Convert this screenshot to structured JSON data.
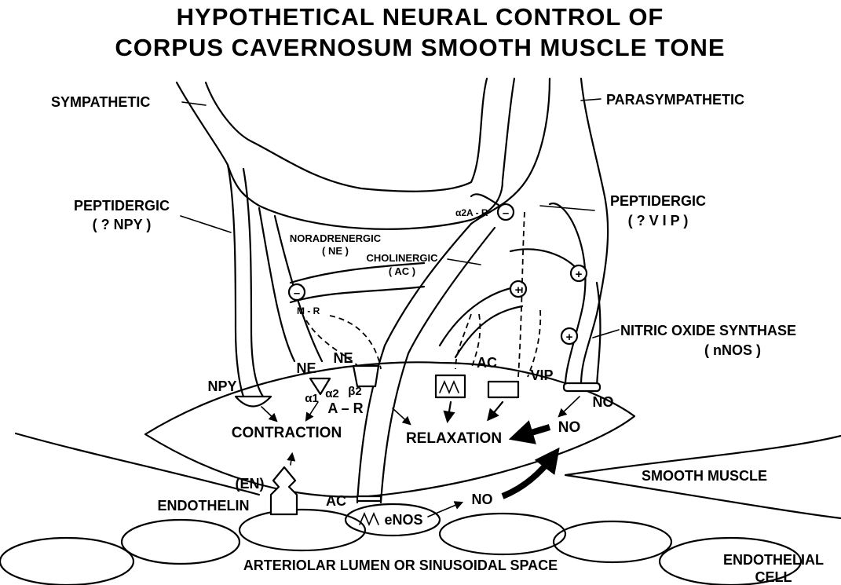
{
  "title": {
    "line1": "HYPOTHETICAL NEURAL CONTROL OF",
    "line2": "CORPUS CAVERNOSUM SMOOTH MUSCLE TONE"
  },
  "labels": {
    "sympathetic": "SYMPATHETIC",
    "parasympathetic": "PARASYMPATHETIC",
    "peptidergic_left": "PEPTIDERGIC",
    "npy_question": "( ? NPY )",
    "peptidergic_right": "PEPTIDERGIC",
    "vip_question": "( ? V I P )",
    "noradrenergic": "NORADRENERGIC",
    "ne_paren": "( NE )",
    "cholinergic": "CHOLINERGIC",
    "ac_paren": "( AC )",
    "alpha2_ar": "α2A - R",
    "m_r": "M - R",
    "minus": "⊖",
    "plus": "⊕",
    "nos": "NITRIC OXIDE SYNTHASE",
    "nnos": "( nNOS )",
    "npy": "NPY",
    "ne1": "NE",
    "ne2": "NE",
    "ac_top": "AC",
    "vip": "VIP",
    "no_right": "NO",
    "alpha1": "α1",
    "alpha2": "α2",
    "beta2": "β2",
    "a_r": "A – R",
    "contraction": "CONTRACTION",
    "relaxation": "RELAXATION",
    "no_center": "NO",
    "smooth_muscle": "SMOOTH MUSCLE",
    "en": "(EN)",
    "endothelin": "ENDOTHELIN",
    "ac_bottom": "AC",
    "enos": "eNOS",
    "no_bottom": "NO",
    "lumen": "ARTERIOLAR LUMEN OR SINUSOIDAL SPACE",
    "endothelial": "ENDOTHELIAL",
    "cell": "CELL"
  }
}
